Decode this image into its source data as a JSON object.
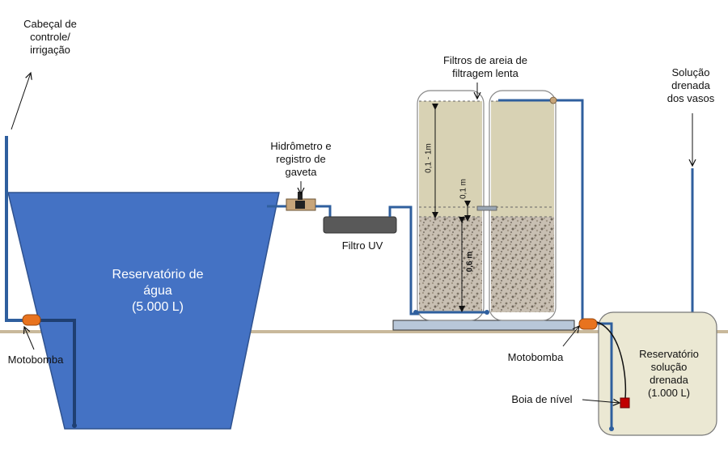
{
  "labels": {
    "control_head": [
      "Cabeçal de",
      "controle/",
      "irrigação"
    ],
    "reservoir": [
      "Reservatório de",
      "água",
      "(5.000 L)"
    ],
    "pump_left": "Motobomba",
    "meter": [
      "Hidrômetro e",
      "registro de",
      "gaveta"
    ],
    "uv_filter": "Filtro UV",
    "sand_filters": [
      "Filtros de areia de",
      "filtragem lenta"
    ],
    "dim_water": "0,1 - 1m",
    "dim_gap": "0,1 m",
    "dim_sand": "0,6 m",
    "drained_solution": [
      "Solução",
      "drenada",
      "dos vasos"
    ],
    "pump_right": "Motobomba",
    "float": "Boia de nível",
    "drain_reservoir": [
      "Reservatório",
      "solução",
      "drenada",
      "(1.000 L)"
    ]
  },
  "colors": {
    "reservoir_fill": "#4472c4",
    "pipe": "#2f5f9e",
    "pump": "#e8731f",
    "water_layer": "#d8d2b4",
    "ground": "#c9b99b",
    "float": "#c00000"
  }
}
